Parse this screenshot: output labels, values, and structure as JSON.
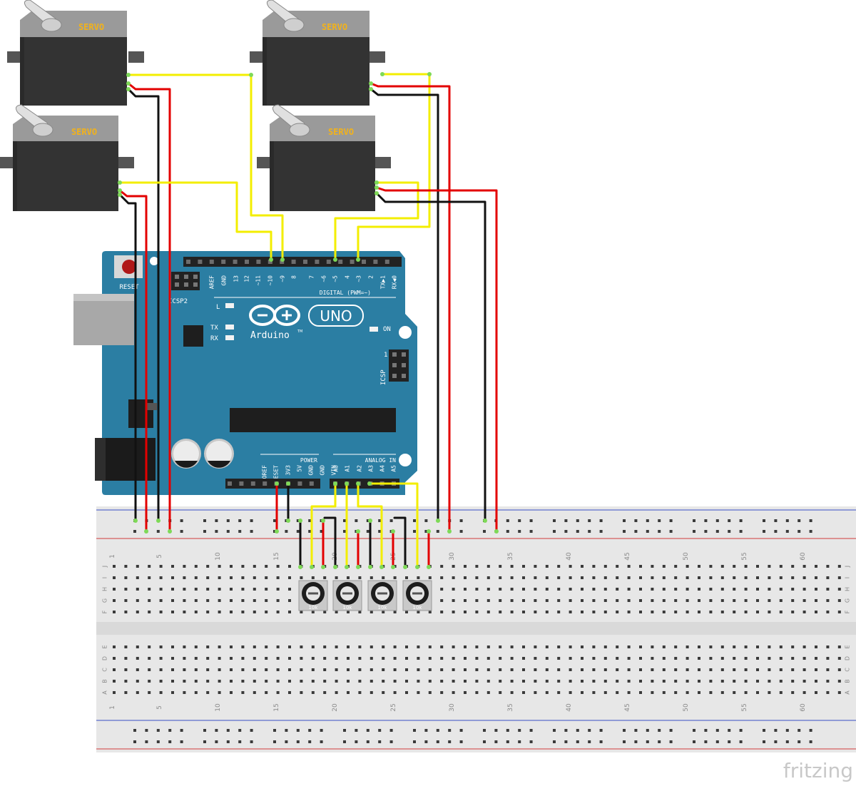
{
  "servos": [
    {
      "id": "servo-1",
      "label": "SERVO"
    },
    {
      "id": "servo-2",
      "label": "SERVO"
    },
    {
      "id": "servo-3",
      "label": "SERVO"
    },
    {
      "id": "servo-4",
      "label": "SERVO"
    }
  ],
  "arduino": {
    "reset": "RESET",
    "icsp2": "ICSP2",
    "icsp": "ICSP",
    "icsp_pin1": "1",
    "led_l": "L",
    "led_tx": "TX",
    "led_rx": "RX",
    "led_on": "ON",
    "brand": "Arduino",
    "tm": "TM",
    "model": "UNO",
    "digital_label": "DIGITAL (PWM=~)",
    "power_label": "POWER",
    "analog_label": "ANALOG IN",
    "digital_pins": [
      "AREF",
      "GND",
      "13",
      "12",
      "~11",
      "~10",
      "~9",
      "8",
      "7",
      "~6",
      "~5",
      "4",
      "~3",
      "2",
      "TX▶1",
      "RX◀0"
    ],
    "power_pins": [
      "IOREF",
      "RESET",
      "3V3",
      "5V",
      "GND",
      "GND",
      "VIN"
    ],
    "analog_pins": [
      "A0",
      "A1",
      "A2",
      "A3",
      "A4",
      "A5"
    ]
  },
  "breadboard": {
    "column_numbers": [
      "1",
      "5",
      "10",
      "15",
      "20",
      "25",
      "30",
      "35",
      "40",
      "45",
      "50",
      "55",
      "60"
    ],
    "row_letters_top": [
      "J",
      "I",
      "H",
      "G",
      "F"
    ],
    "row_letters_bottom": [
      "E",
      "D",
      "C",
      "B",
      "A"
    ]
  },
  "potentiometers": [
    {
      "id": "pot-1",
      "label": "10k"
    },
    {
      "id": "pot-2",
      "label": "10k"
    },
    {
      "id": "pot-3",
      "label": "10k"
    },
    {
      "id": "pot-4",
      "label": "10k"
    }
  ],
  "watermark": "fritzing",
  "colors": {
    "board": "#2b7ea3",
    "wire_yellow": "#f3ee00",
    "wire_red": "#e30000",
    "wire_black": "#111111",
    "breadboard": "#e6e6e6",
    "rail_blue": "#3a4fc4",
    "rail_red": "#d23b3b",
    "servo_label": "#f2b21b"
  }
}
